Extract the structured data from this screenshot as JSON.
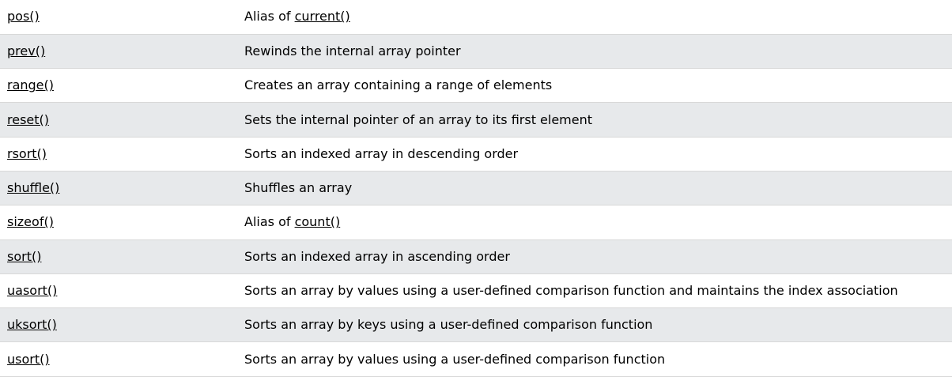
{
  "functions": [
    {
      "name": "pos()",
      "description": "Alias of ",
      "link": "current()"
    },
    {
      "name": "prev()",
      "description": "Rewinds the internal array pointer"
    },
    {
      "name": "range()",
      "description": "Creates an array containing a range of elements"
    },
    {
      "name": "reset()",
      "description": "Sets the internal pointer of an array to its first element"
    },
    {
      "name": "rsort()",
      "description": "Sorts an indexed array in descending order"
    },
    {
      "name": "shuffle()",
      "description": "Shuffles an array"
    },
    {
      "name": "sizeof()",
      "description": "Alias of ",
      "link": "count()"
    },
    {
      "name": "sort()",
      "description": "Sorts an indexed array in ascending order"
    },
    {
      "name": "uasort()",
      "description": "Sorts an array by values using a user-defined comparison function and maintains the index association"
    },
    {
      "name": "uksort()",
      "description": "Sorts an array by keys using a user-defined comparison function"
    },
    {
      "name": "usort()",
      "description": "Sorts an array by values using a user-defined comparison function"
    }
  ]
}
